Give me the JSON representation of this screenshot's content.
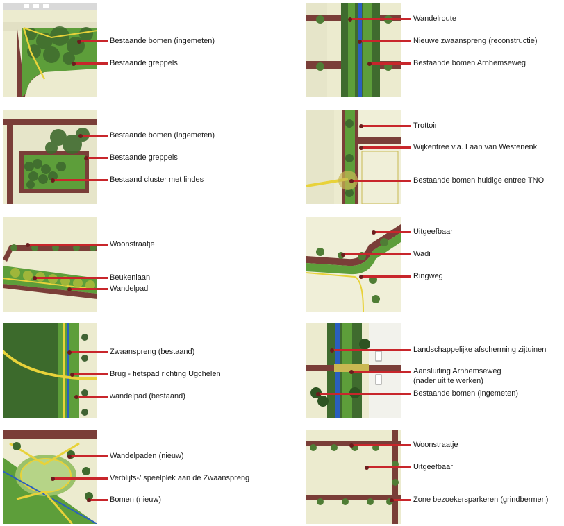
{
  "panels": [
    {
      "id": "p1",
      "labels": [
        "Bestaande bomen (ingemeten)",
        "Bestaande greppels"
      ]
    },
    {
      "id": "p2",
      "labels": [
        "Wandelroute",
        "Nieuwe zwaanspreng (reconstructie)",
        "Bestaande bomen Arnhemseweg"
      ]
    },
    {
      "id": "p3",
      "labels": [
        "Bestaande bomen (ingemeten)",
        "Bestaande greppels",
        "Bestaand cluster met lindes"
      ]
    },
    {
      "id": "p4",
      "labels": [
        "Trottoir",
        "Wijkentree v.a. Laan van Westenenk",
        "Bestaande bomen huidige entree TNO"
      ]
    },
    {
      "id": "p5",
      "labels": [
        "Woonstraatje",
        "Beukenlaan",
        "Wandelpad"
      ]
    },
    {
      "id": "p6",
      "labels": [
        "Uitgeefbaar",
        "Wadi",
        "Ringweg"
      ]
    },
    {
      "id": "p7",
      "labels": [
        "Zwaanspreng (bestaand)",
        "Brug - fietspad richting Ugchelen",
        "wandelpad (bestaand)"
      ]
    },
    {
      "id": "p8",
      "labels": [
        "Landschappelijke afscherming zijtuinen",
        "Aansluiting Arnhemseweg\n(nader uit te werken)",
        "Bestaande bomen (ingemeten)"
      ]
    },
    {
      "id": "p9",
      "labels": [
        "Wandelpaden (nieuw)",
        "Verblijfs-/ speelplek aan de Zwaanspreng",
        "Bomen (nieuw)"
      ]
    },
    {
      "id": "p10",
      "labels": [
        "Woonstraatje",
        "Uitgeefbaar",
        "Zone bezoekersparkeren (grindbermen)"
      ]
    }
  ],
  "colors": {
    "leader": "#c8262b",
    "background": "#ecebcf",
    "road": "#7a3e38",
    "grass": "#5d9e3a",
    "tree": "#3f6b2e",
    "path": "#e8d23a",
    "water": "#2a5fbf"
  }
}
